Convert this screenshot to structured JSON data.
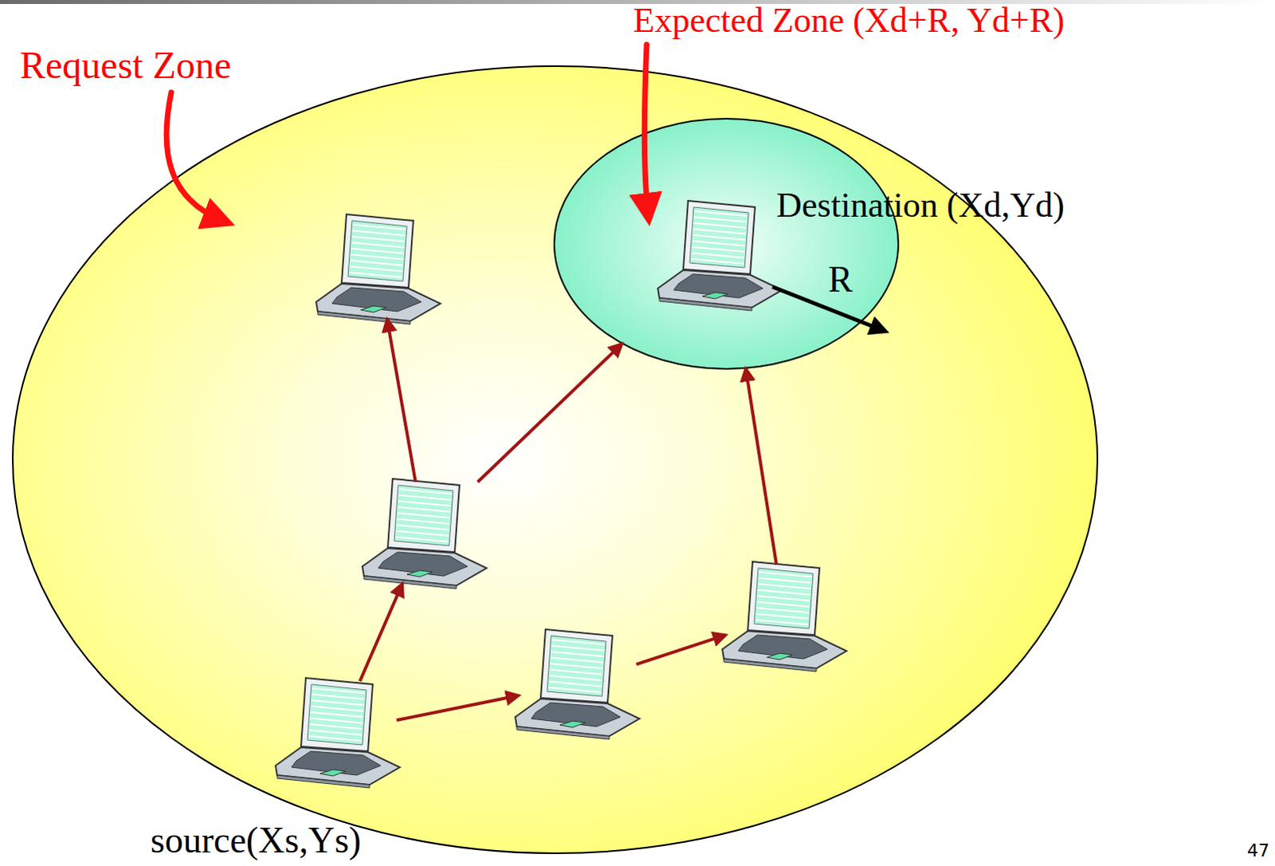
{
  "diagram": {
    "nodes": [
      {
        "text": [
          "Request Zone"
        ]
      },
      {
        "text": [
          "Expected Zone (Xd+R, Yd+R)"
        ],
        "in": 0
      },
      {
        "text": [
          "Destination (Xd,Yd)"
        ],
        "in": 1
      },
      {
        "text": [],
        "in": 0
      },
      {
        "text": [],
        "in": 0
      },
      {
        "text": [],
        "in": 0
      },
      {
        "text": [],
        "in": 0
      },
      {
        "text": [
          "source(Xs,Ys)"
        ],
        "in": 0
      }
    ],
    "edges": [
      {
        "from": 7,
        "to": 4,
        "arrow": "to"
      },
      {
        "from": 7,
        "to": 6,
        "arrow": "to"
      },
      {
        "from": 6,
        "to": 5,
        "arrow": "to"
      },
      {
        "from": 5,
        "to": 1,
        "arrow": "to"
      },
      {
        "from": 4,
        "to": 3,
        "arrow": "to"
      },
      {
        "from": 4,
        "to": 1,
        "arrow": "to"
      }
    ],
    "labels": [
      "R",
      "47"
    ]
  }
}
